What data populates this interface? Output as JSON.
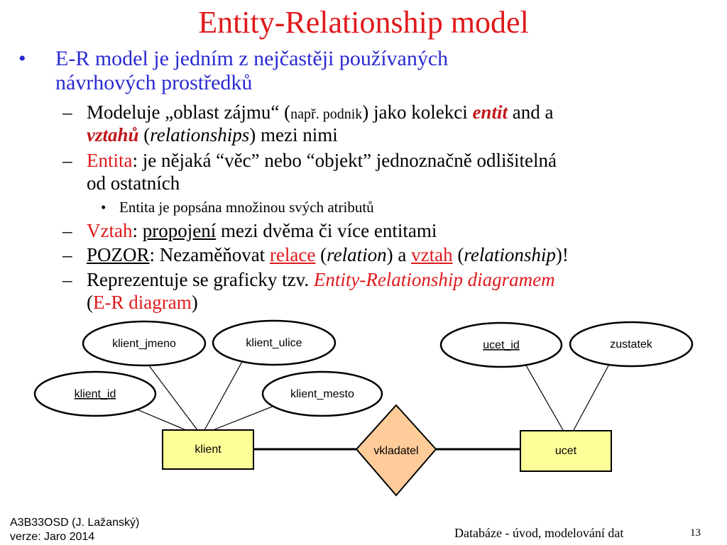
{
  "title": "Entity-Relationship model",
  "bullet1": {
    "line1": "E-R model je jedním z nejčastěji používaných",
    "line2": "návrhových prostředků"
  },
  "sub1": {
    "a": "Modeluje „oblast zájmu“ (",
    "b": "např. podnik",
    "c": ") jako kolekci ",
    "d": "entit",
    "e": " and a",
    "f": "vztahů",
    "g": " (",
    "h": "relationships",
    "i": ") mezi nimi"
  },
  "sub2": {
    "a": "Entita",
    "b": ": je nějaká “věc” nebo “objekt” jednoznačně odlišitelná",
    "c": "od ostatních"
  },
  "subsub1": "Entita je popsána množinou svých atributů",
  "sub3": {
    "a": "Vztah",
    "b": ": ",
    "c": "propojení",
    "d": " mezi dvěma či více entitami"
  },
  "sub4": {
    "a": "POZOR",
    "b": ": Nezaměňovat ",
    "c": "relace",
    "d": " (",
    "e": "relation",
    "f": ") a ",
    "g": "vztah",
    "h": " (",
    "i": "relationship",
    "j": ")!"
  },
  "sub5": {
    "a": "Reprezentuje se graficky tzv. ",
    "b": "Entity-Relationship diagramem",
    "c": "(",
    "d": "E-R diagram",
    "e": ")"
  },
  "diagram": {
    "attr_klient_jmeno": "klient_jmeno",
    "attr_klient_ulice": "klient_ulice",
    "attr_klient_id": "klient_id",
    "attr_klient_mesto": "klient_mesto",
    "attr_ucet_id": "ucet_id",
    "attr_zustatek": "zustatek",
    "entity_klient": "klient",
    "entity_ucet": "ucet",
    "relationship": "vkladatel",
    "colors": {
      "entity_fill": "#ffff99",
      "relationship_fill": "#ffcc99"
    }
  },
  "footer": {
    "course": "A3B33OSD (J. Lažanský)",
    "term": "verze: Jaro 2014",
    "subject": "Databáze - úvod, modelování dat",
    "page": "13"
  }
}
